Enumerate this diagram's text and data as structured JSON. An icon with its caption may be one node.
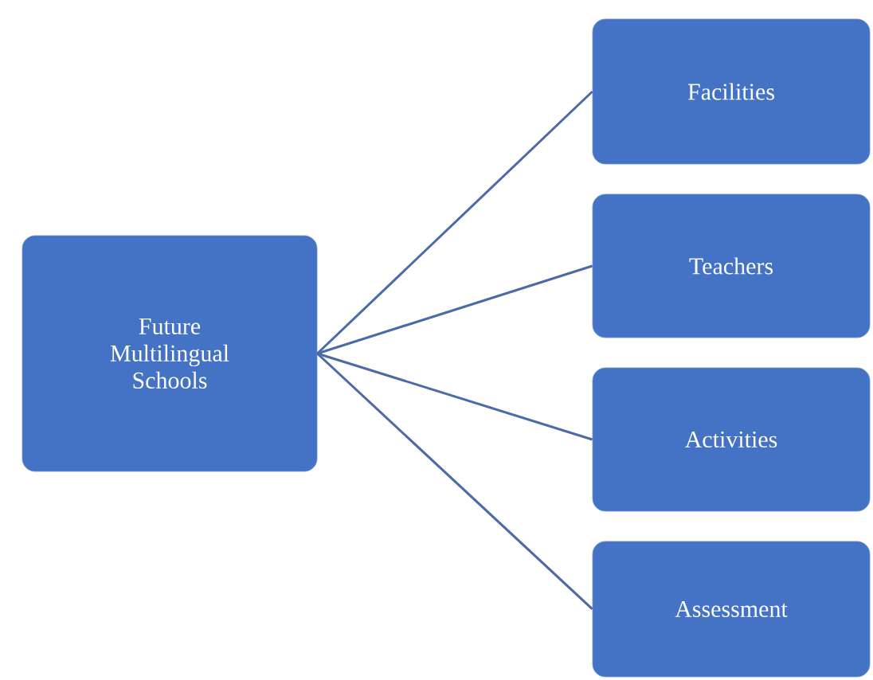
{
  "diagram": {
    "nodes": [
      {
        "text": [
          "Future Multilingual Schools"
        ]
      },
      {
        "text": [
          "Facilities"
        ]
      },
      {
        "text": [
          "Teachers"
        ]
      },
      {
        "text": [
          "Activities"
        ]
      },
      {
        "text": [
          "Assessment"
        ]
      }
    ],
    "edges": [
      {
        "from": 0,
        "to": 1,
        "arrow": "none"
      },
      {
        "from": 0,
        "to": 2,
        "arrow": "none"
      },
      {
        "from": 0,
        "to": 3,
        "arrow": "none"
      },
      {
        "from": 0,
        "to": 4,
        "arrow": "none"
      }
    ]
  }
}
